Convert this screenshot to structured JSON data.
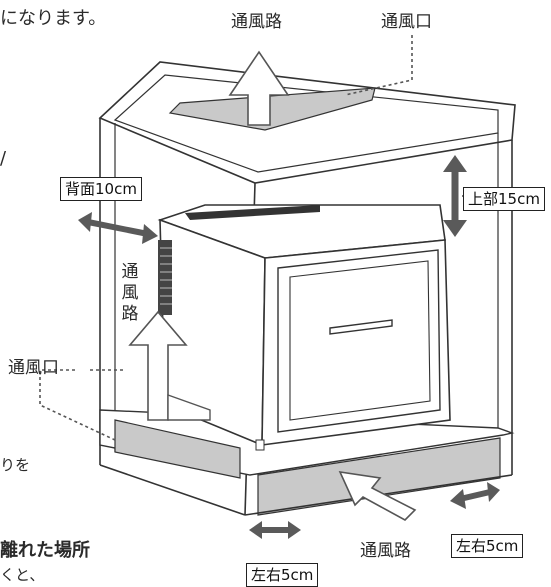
{
  "fragments": {
    "top_left": "になります。",
    "left_mid": "りを",
    "bottom_bold": "離れた場所",
    "bottom_cut": "くと、"
  },
  "labels": {
    "airflow_top": "通風路",
    "vent_top": "通風口",
    "back": "背面10cm",
    "top_clearance": "上部15cm",
    "airflow_side": "通風路",
    "vent_left": "通風口",
    "side_right": "左右5cm",
    "side_bottom": "左右5cm",
    "airflow_bottom": "通風路"
  },
  "colors": {
    "line": "#333333",
    "arrow_dark": "#5a5a5a",
    "vent_gray": "#c9c9c9"
  }
}
